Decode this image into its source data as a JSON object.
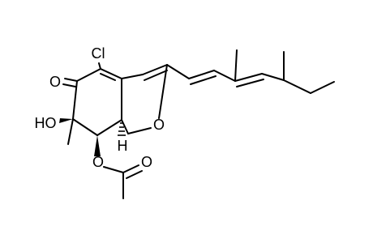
{
  "colors": {
    "background": "#ffffff",
    "ink": "#000000"
  },
  "atoms": {
    "chlorine": "Cl",
    "ketone_oxygen": "O",
    "hydroxyl": "HO",
    "ring_hydrogen": "H",
    "ring_oxygen": "O",
    "ester_oxygen": "O",
    "carbonyl_oxygen": "O"
  }
}
